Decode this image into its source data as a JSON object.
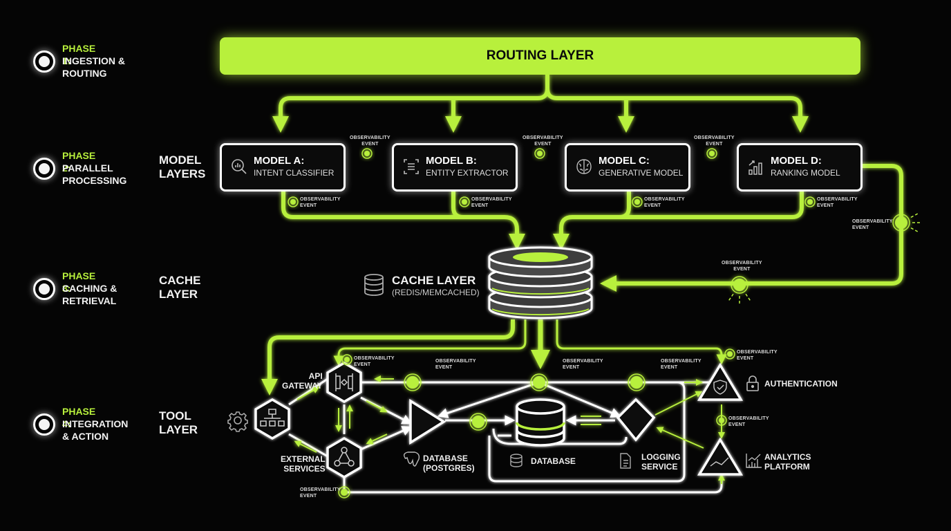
{
  "colors": {
    "accent": "#b8f03c",
    "background": "#050505",
    "outline": "#ffffff",
    "muted": "#bbbbbb"
  },
  "phases": [
    {
      "title": "PHASE 1:",
      "desc": "INGESTION &\nROUTING"
    },
    {
      "title": "PHASE 2:",
      "desc": "PARALLEL\nPROCESSING"
    },
    {
      "title": "PHASE 3:",
      "desc": "CACHING &\nRETRIEVAL"
    },
    {
      "title": "PHASE 4:",
      "desc": "INTEGRATION\n& ACTION"
    }
  ],
  "layers": {
    "model": "MODEL\nLAYERS",
    "cache": "CACHE\nLAYER",
    "tool": "TOOL\nLAYER"
  },
  "routing": {
    "label": "ROUTING LAYER"
  },
  "models": [
    {
      "title": "MODEL A:",
      "subtitle": "INTENT CLASSIFIER",
      "icon": "search-analytics-icon"
    },
    {
      "title": "MODEL B:",
      "subtitle": "ENTITY EXTRACTOR",
      "icon": "document-scan-icon"
    },
    {
      "title": "MODEL C:",
      "subtitle": "GENERATIVE MODEL",
      "icon": "brain-icon"
    },
    {
      "title": "MODEL D:",
      "subtitle": "RANKING MODEL",
      "icon": "bar-chart-icon"
    }
  ],
  "cache": {
    "title": "CACHE LAYER",
    "subtitle": "(REDIS/MEMCACHED)",
    "icon": "database-icon"
  },
  "observability_label": "OBSERVABILITY\nEVENT",
  "tools": {
    "api_gateway": "API\nGATEWAY",
    "external_services": "EXTERNAL\nSERVICES",
    "database_postgres": "DATABASE\n(POSTGRES)",
    "database": "DATABASE",
    "logging_service": "LOGGING\nSERVICE",
    "authentication": "AUTHENTICATION",
    "analytics_platform": "ANALYTICS\nPLATFORM"
  }
}
